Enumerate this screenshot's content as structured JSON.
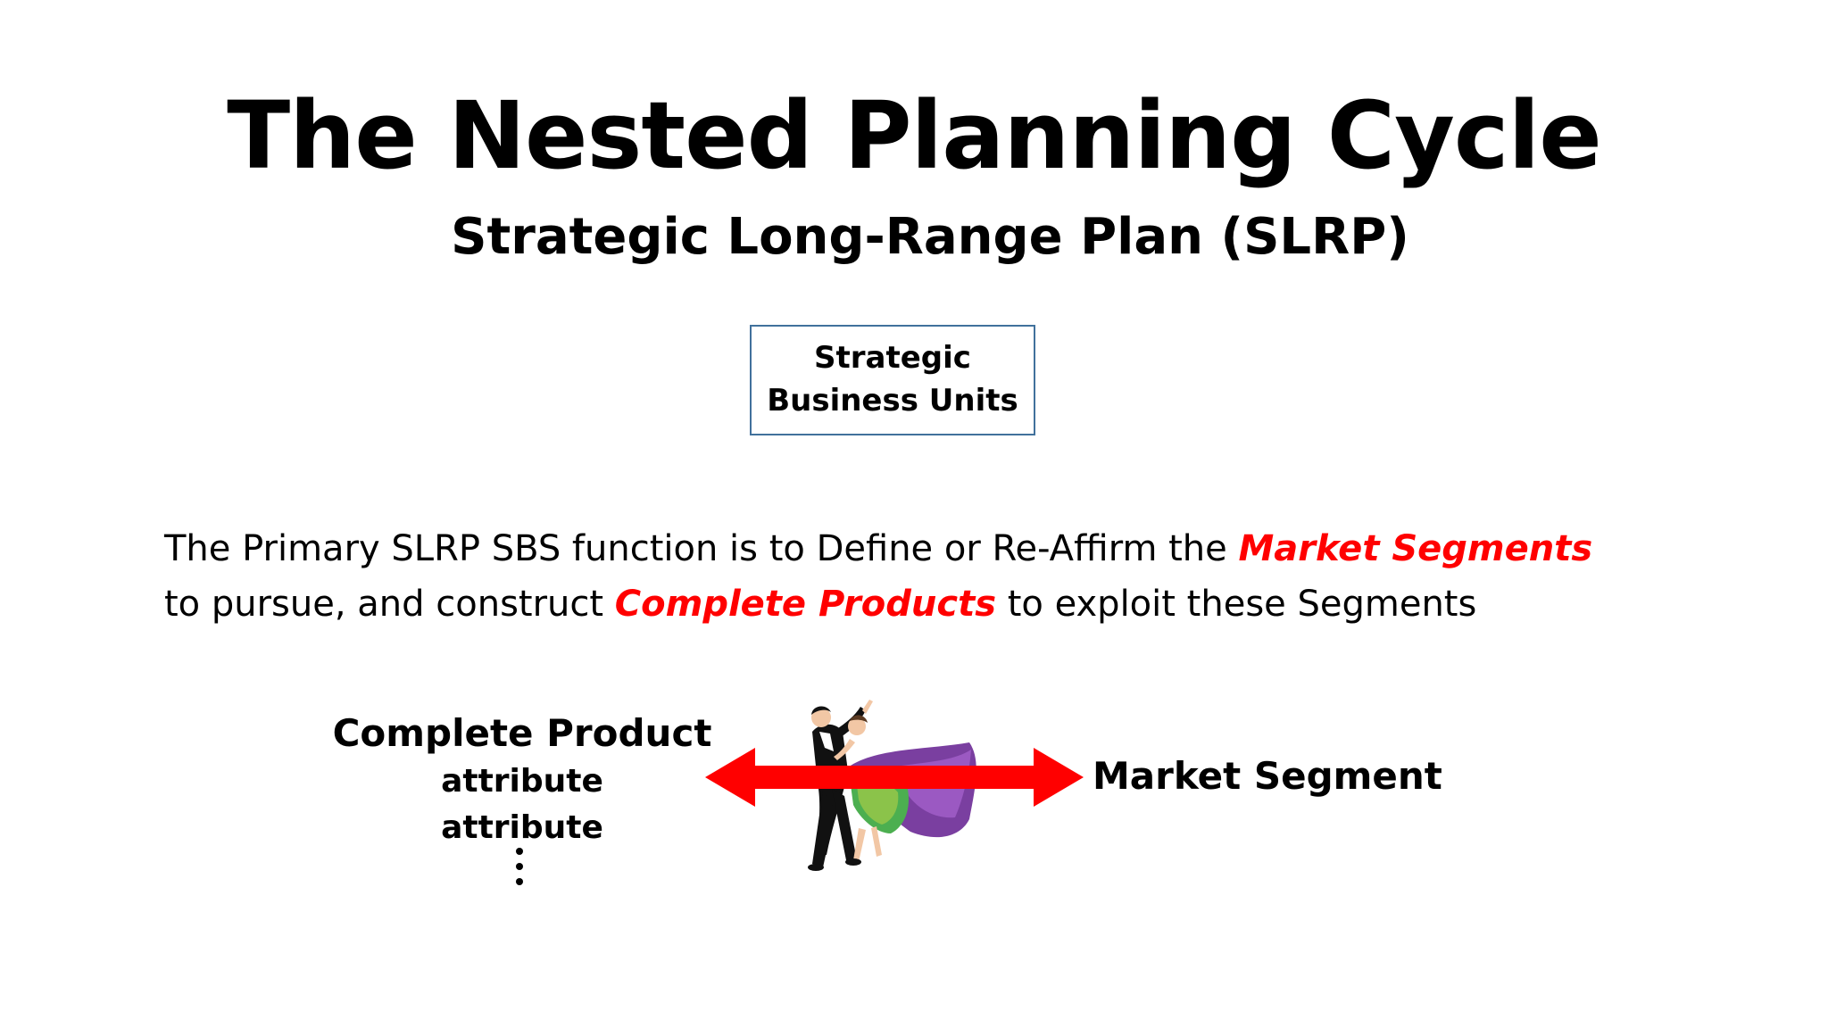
{
  "slide": {
    "title": "The Nested Planning Cycle",
    "subtitle": "Strategic Long-Range Plan (SLRP)",
    "sbu_box": {
      "line1": "Strategic",
      "line2": "Business Units",
      "border_color": "#41719c"
    },
    "body": {
      "line1_part1": "The Primary SLRP SBS function is to Define or Re-Affirm the ",
      "line1_emph": "Market Segments",
      "line2_part1": "to pursue, and construct ",
      "line2_emph": "Complete Products",
      "line2_part2": " to exploit these Segments",
      "emphasis_color": "#ff0000"
    },
    "diagram": {
      "left_title": "Complete Product",
      "attributes": [
        "attribute",
        "attribute"
      ],
      "right_label": "Market Segment",
      "arrow_color": "#ff0000",
      "image": "ballroom-dancers-icon"
    }
  }
}
